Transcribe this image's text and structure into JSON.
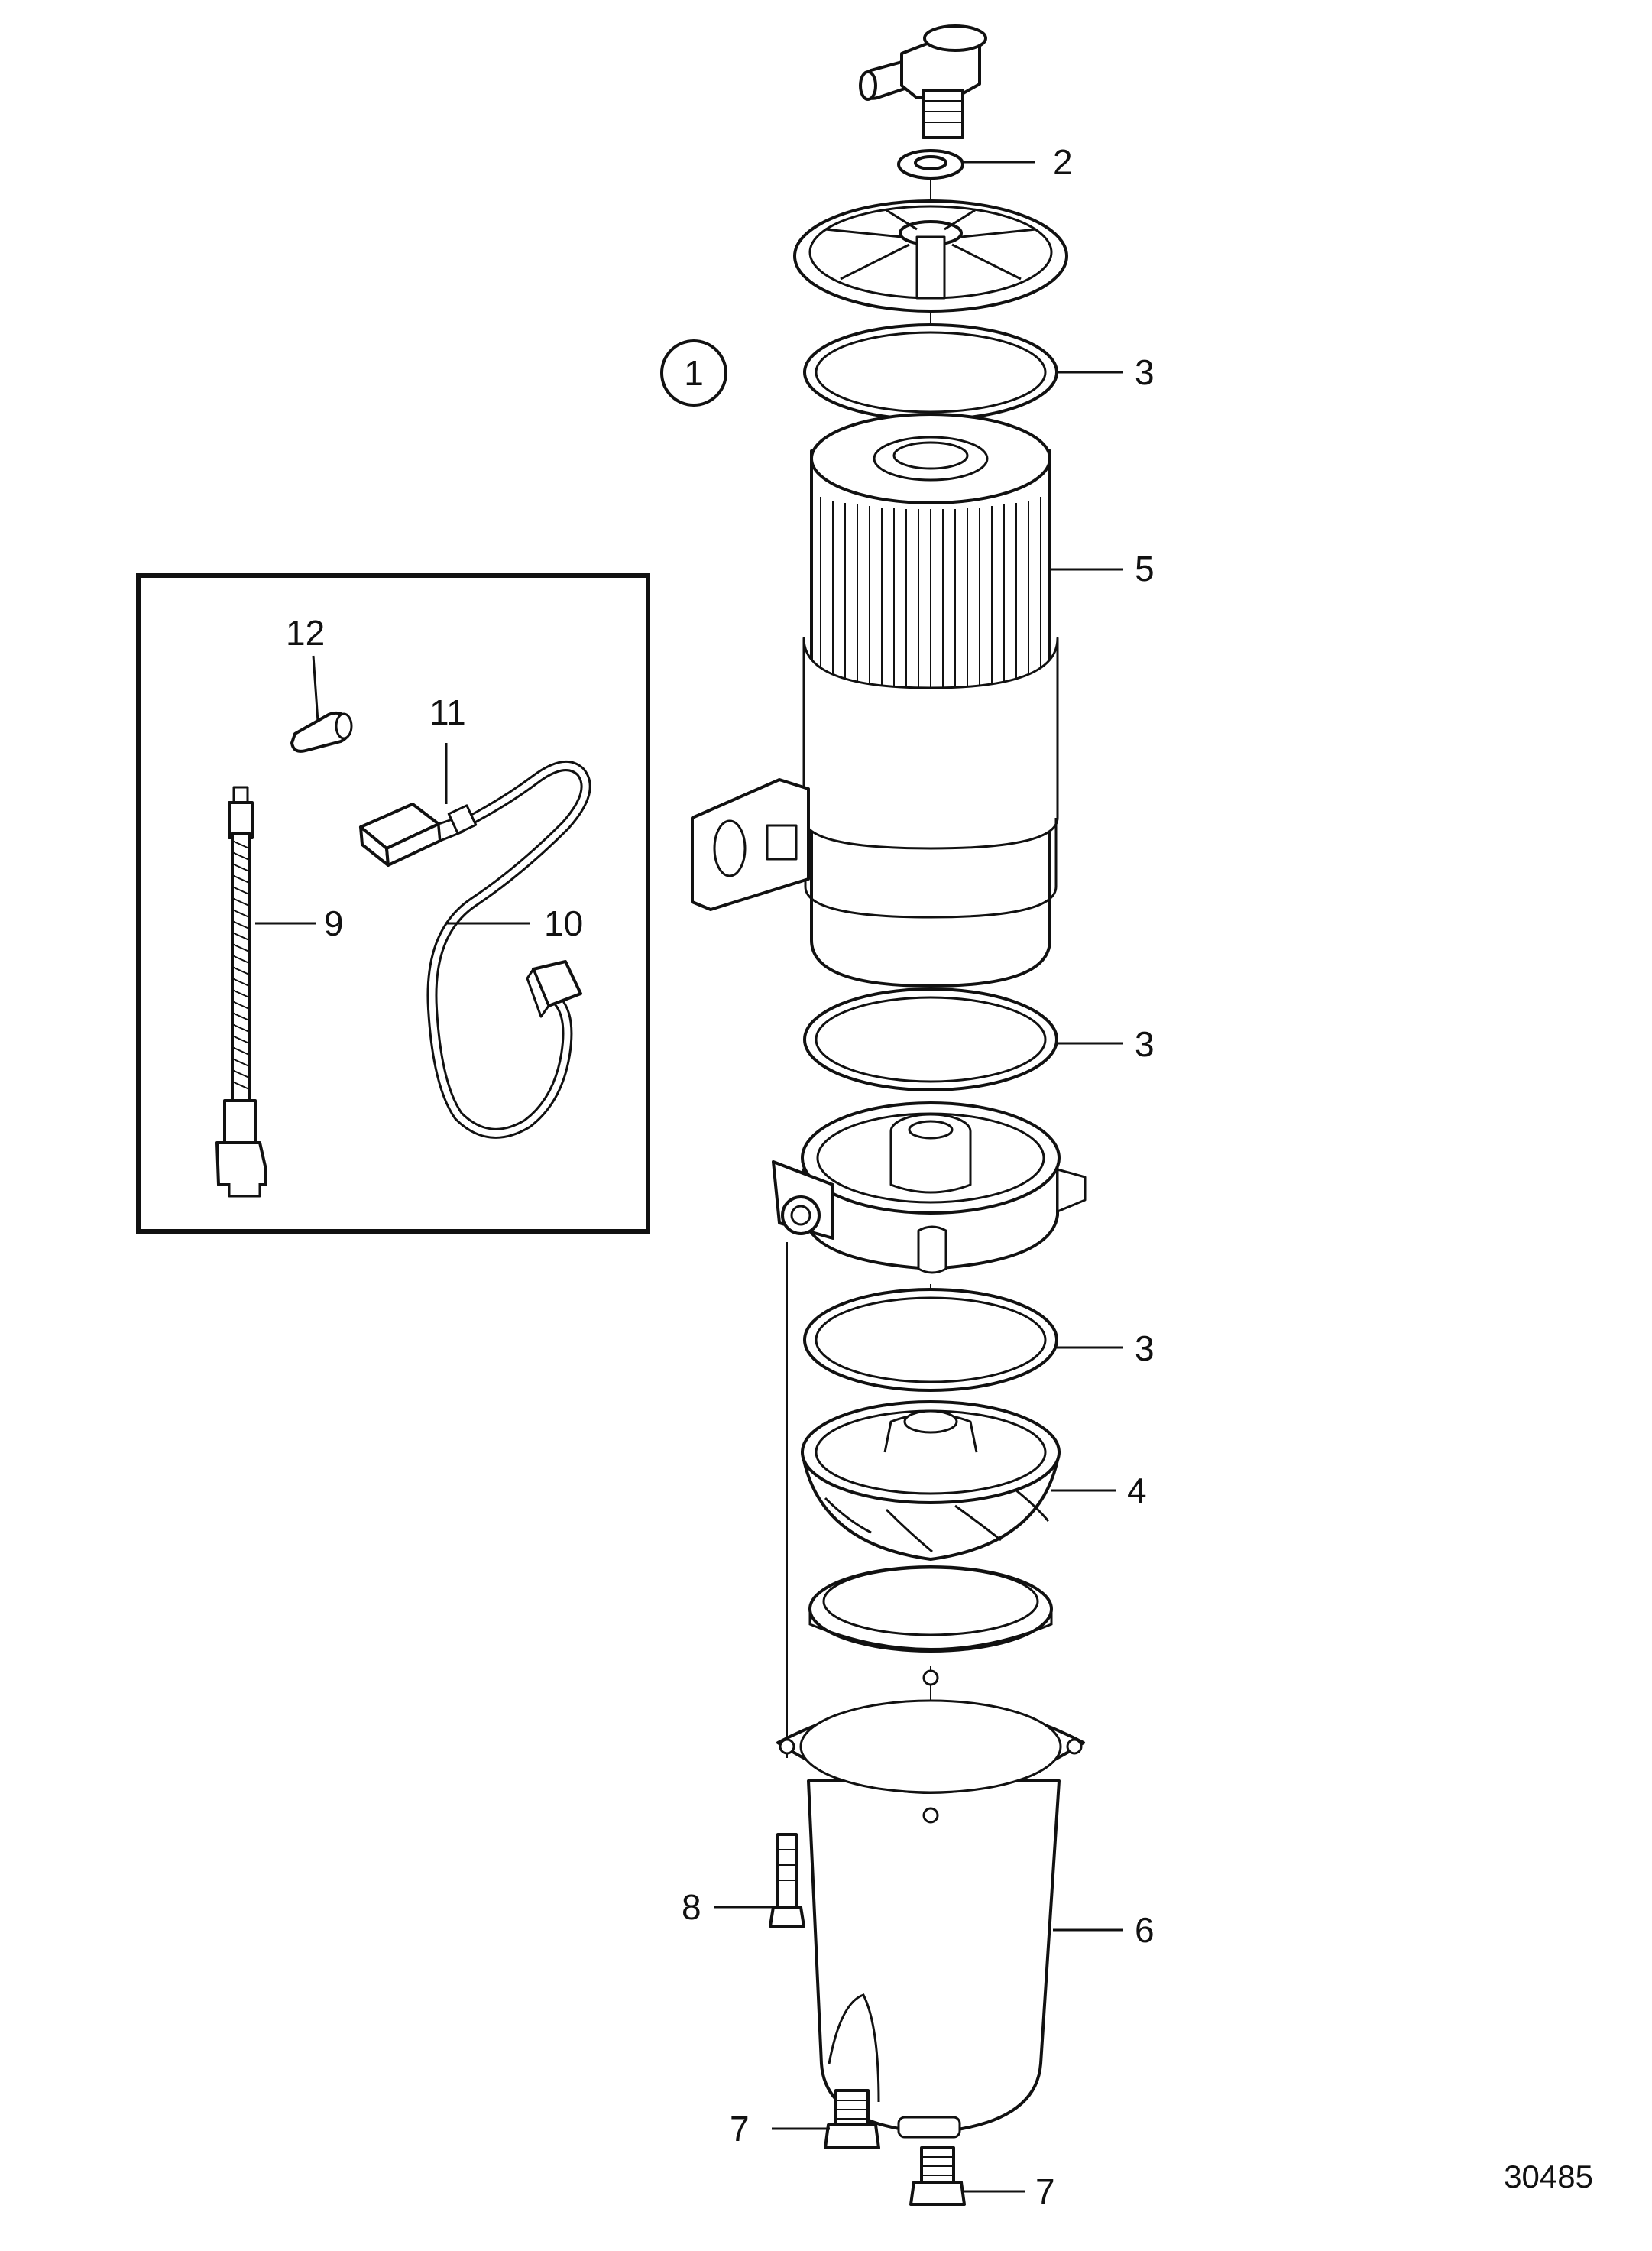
{
  "diagram": {
    "reference_number": "30485",
    "assembly_badge": "1",
    "callouts": {
      "c2": "2",
      "c3a": "3",
      "c3b": "3",
      "c3c": "3",
      "c4": "4",
      "c5": "5",
      "c6": "6",
      "c7a": "7",
      "c7b": "7",
      "c8": "8",
      "c9": "9",
      "c10": "10",
      "c11": "11",
      "c12": "12"
    }
  }
}
